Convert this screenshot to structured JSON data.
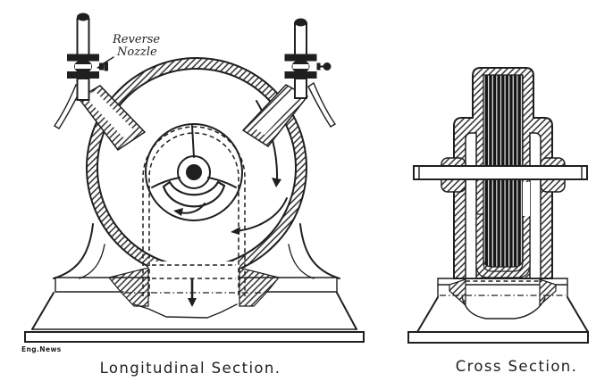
{
  "figure": {
    "paper_color": "#ffffff",
    "ink_color": "#1f1f1f",
    "credit_text": "Eng.News",
    "annotation": {
      "line1": "Reverse",
      "line2": "Nozzle"
    },
    "captions": {
      "longitudinal": "Longitudinal Section.",
      "cross": "Cross Section."
    }
  }
}
